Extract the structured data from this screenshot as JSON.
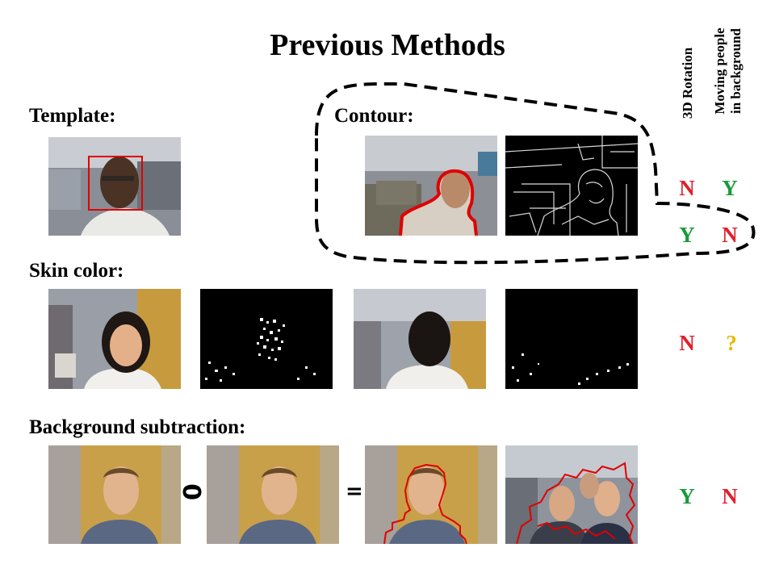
{
  "title": "Previous Methods",
  "columns": {
    "rotation": "3D Rotation",
    "moving_line1": "Moving people",
    "moving_line2": "in background"
  },
  "sections": {
    "template": "Template:",
    "contour": "Contour:",
    "skin": "Skin color:",
    "background": "Background subtraction:"
  },
  "operators": {
    "minus": "0",
    "equals": "="
  },
  "rows": [
    {
      "rotation": "N",
      "moving": "Y"
    },
    {
      "rotation": "Y",
      "moving": "N"
    },
    {
      "rotation": "N",
      "moving": "?"
    },
    {
      "rotation": "Y",
      "moving": "N"
    }
  ],
  "colors": {
    "yes": "#1a9a3a",
    "no": "#e0202a",
    "unknown": "#e8b800",
    "highlight": "#e00000"
  }
}
